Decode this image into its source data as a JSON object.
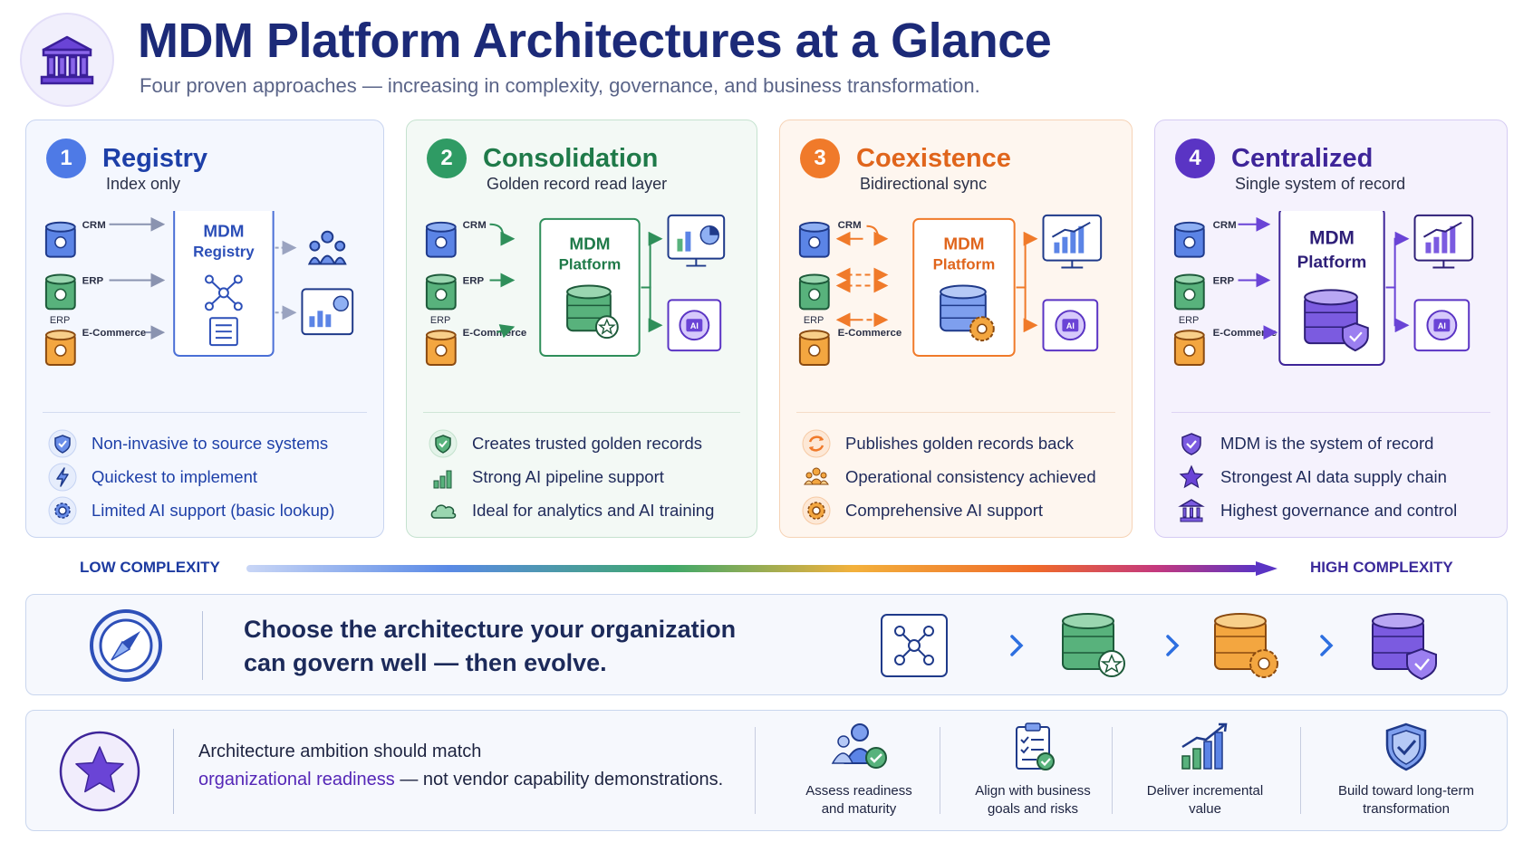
{
  "header": {
    "title": "MDM Platform Architectures at a Glance",
    "subtitle": "Four proven approaches — increasing in complexity, governance, and business transformation."
  },
  "cards": [
    {
      "number": "1",
      "title": "Registry",
      "subtitle": "Index only",
      "hub_line1": "MDM",
      "hub_line2": "Registry",
      "sources": [
        "CRM",
        "ERP",
        "E-Commerce"
      ],
      "erp_caption": "ERP",
      "features": [
        "Non-invasive to source systems",
        "Quickest to implement",
        "Limited AI support (basic lookup)"
      ]
    },
    {
      "number": "2",
      "title": "Consolidation",
      "subtitle": "Golden record read layer",
      "hub_line1": "MDM",
      "hub_line2": "Platform",
      "sources": [
        "CRM",
        "ERP",
        "E-Commerce"
      ],
      "erp_caption": "ERP",
      "features": [
        "Creates trusted golden records",
        "Strong AI pipeline support",
        "Ideal for analytics and AI training"
      ]
    },
    {
      "number": "3",
      "title": "Coexistence",
      "subtitle": "Bidirectional sync",
      "hub_line1": "MDM",
      "hub_line2": "Platform",
      "sources": [
        "CRM",
        "ERP",
        "E-Commerce"
      ],
      "erp_caption": "ERP",
      "features": [
        "Publishes golden records back",
        "Operational consistency achieved",
        "Comprehensive AI support"
      ]
    },
    {
      "number": "4",
      "title": "Centralized",
      "subtitle": "Single system of record",
      "hub_line1": "MDM",
      "hub_line2": "Platform",
      "sources": [
        "CRM",
        "ERP",
        "E-Commerce"
      ],
      "erp_caption": "ERP",
      "features": [
        "MDM is the system of record",
        "Strongest AI data supply chain",
        "Highest governance and control"
      ]
    }
  ],
  "ai_badge": "AI",
  "complexity": {
    "low": "LOW COMPLEXITY",
    "high": "HIGH COMPLEXITY"
  },
  "banner": {
    "line1": "Choose the architecture your organization",
    "line2": "can govern well — then evolve."
  },
  "readiness": {
    "line1": "Architecture ambition should match",
    "line2_highlight": "organizational readiness",
    "line2_rest": " — not vendor capability demonstrations.",
    "steps": [
      {
        "line1": "Assess readiness",
        "line2": "and maturity",
        "icon": "people-check-icon"
      },
      {
        "line1": "Align with business",
        "line2": "goals and risks",
        "icon": "clipboard-icon"
      },
      {
        "line1": "Deliver incremental",
        "line2": "value",
        "icon": "growth-chart-icon"
      },
      {
        "line1": "Build toward long-term",
        "line2": "transformation",
        "icon": "shield-check-icon"
      }
    ]
  },
  "colors": {
    "registry": "#3b63d8",
    "consolidation": "#2f9b64",
    "coexistence": "#f07a2a",
    "centralized": "#5a34c4"
  }
}
